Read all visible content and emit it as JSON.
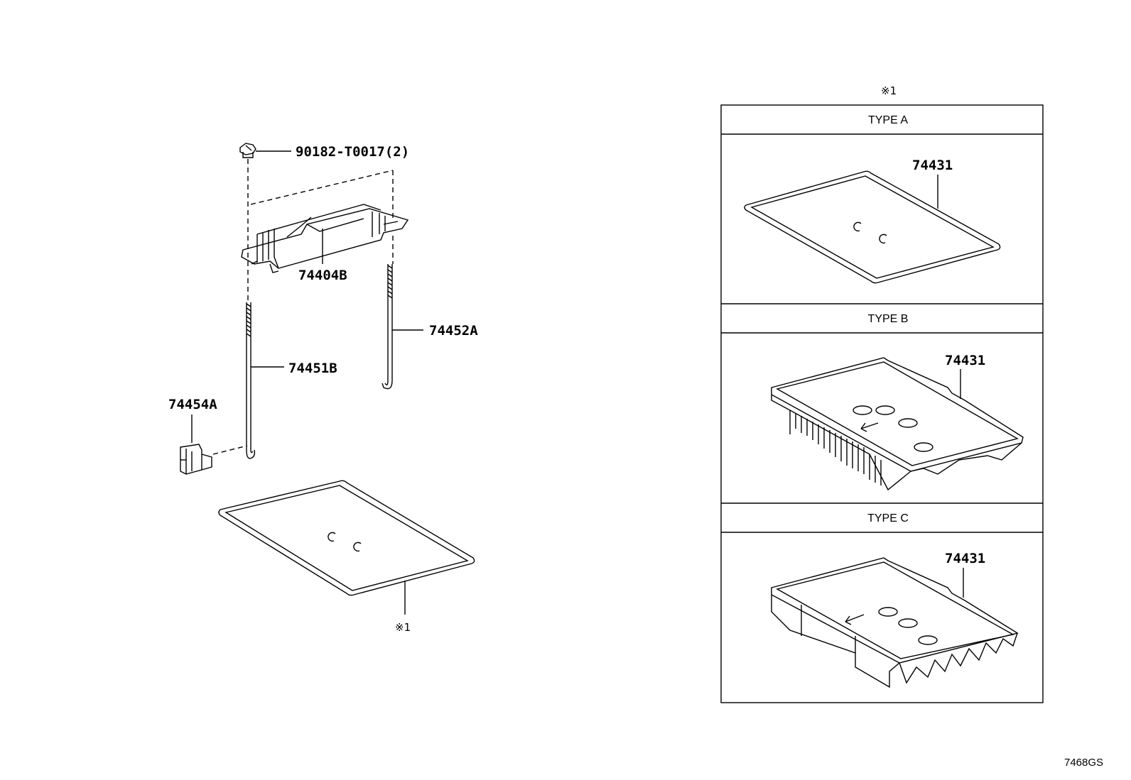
{
  "parts": {
    "bolt": "90182-T0017(2)",
    "clamp": "74404B",
    "rod_right": "74452A",
    "rod_left": "74451B",
    "clip": "74454A",
    "tray_note": "※1"
  },
  "panel": {
    "note": "※1",
    "types": [
      {
        "label": "TYPE A",
        "part": "74431"
      },
      {
        "label": "TYPE B",
        "part": "74431"
      },
      {
        "label": "TYPE C",
        "part": "74431"
      }
    ]
  },
  "figure_code": "7468GS"
}
